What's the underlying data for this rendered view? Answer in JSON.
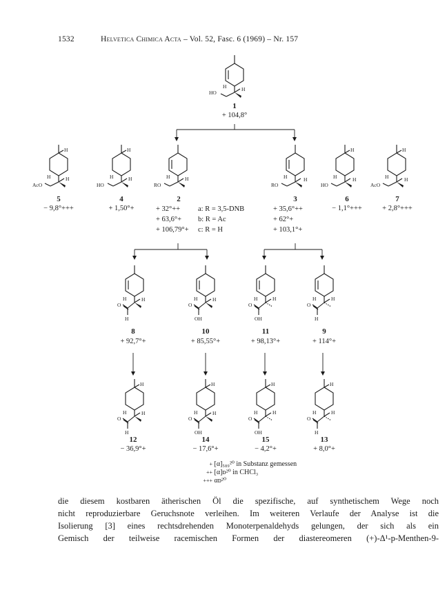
{
  "header": {
    "page_number": "1532",
    "journal": "Helvetica Chimica Acta",
    "issue": "– Vol. 52, Fasc. 6 (1969) – Nr. 157"
  },
  "compounds": {
    "c1": {
      "number": "1",
      "rotation": "+ 104,8°",
      "labels": {
        "ho": "HO",
        "h_left": "H",
        "h_right": "H"
      }
    },
    "c5": {
      "number": "5",
      "rotation": "− 9,8°+++",
      "labels": {
        "sub": "AcO",
        "h_top": "H",
        "h_left": "H",
        "h_right": "H"
      }
    },
    "c4": {
      "number": "4",
      "rotation": "+ 1,50°+",
      "labels": {
        "sub": "HO",
        "h_top": "H",
        "h_left": "H",
        "h_right": "H"
      }
    },
    "c2": {
      "number": "2",
      "rotations": [
        "+ 32°++",
        "+ 63,6°+",
        "+ 106,79°+"
      ],
      "labels": {
        "sub": "RO",
        "h_left": "H",
        "h_right": "H"
      }
    },
    "c3": {
      "number": "3",
      "rotations": [
        "+ 35,6°++",
        "+ 62°+",
        "+ 103,1°+"
      ],
      "labels": {
        "sub": "RO",
        "h_left": "H",
        "h_right": "H"
      }
    },
    "c6": {
      "number": "6",
      "rotation": "− 1,1°+++",
      "labels": {
        "sub": "HO",
        "h_top": "H",
        "h_left": "H",
        "h_right": "H"
      }
    },
    "c7": {
      "number": "7",
      "rotation": "+ 2,8°+++",
      "labels": {
        "sub": "AcO",
        "h_top": "H",
        "h_left": "H",
        "h_right": "H"
      }
    },
    "c8": {
      "number": "8",
      "rotation": "+ 92,7°+",
      "labels": {
        "o": "O",
        "h_bottom": "H",
        "h_left": "H",
        "h_right": "H"
      }
    },
    "c10": {
      "number": "10",
      "rotation": "+ 85,55°+",
      "labels": {
        "o": "O",
        "oh": "OH",
        "h_left": "H",
        "h_right": "H"
      }
    },
    "c11": {
      "number": "11",
      "rotation": "+ 98,13°+",
      "labels": {
        "o": "O",
        "oh": "OH",
        "h_left": "H",
        "h_right": "H"
      }
    },
    "c9": {
      "number": "9",
      "rotation": "+ 114°+",
      "labels": {
        "o": "O",
        "h_bottom": "H",
        "h_left": "H",
        "h_right": "H"
      }
    },
    "c12": {
      "number": "12",
      "rotation": "− 36,9°+",
      "labels": {
        "o": "O",
        "h_bottom": "H",
        "h_top": "H",
        "h_left": "H",
        "h_right": "H"
      }
    },
    "c14": {
      "number": "14",
      "rotation": "− 17,6°+",
      "labels": {
        "o": "O",
        "oh": "OH",
        "h_top": "H",
        "h_left": "H",
        "h_right": "H"
      }
    },
    "c15": {
      "number": "15",
      "rotation": "− 4,2°+",
      "labels": {
        "o": "O",
        "oh": "OH",
        "h_top": "H",
        "h_left": "H",
        "h_right": "H"
      }
    },
    "c13": {
      "number": "13",
      "rotation": "+ 8,0°+",
      "labels": {
        "o": "O",
        "h_bottom": "H",
        "h_top": "H",
        "h_left": "H",
        "h_right": "H"
      }
    }
  },
  "r_legend": [
    "a:  R = 3,5-DNB",
    "b:  R = Ac",
    "c:  R = H"
  ],
  "footnotes": [
    {
      "mark": "+",
      "text": "[α]₅₈₉²⁰ in Substanz gemessen"
    },
    {
      "mark": "++",
      "text": "[α]ᴅ²⁰ in CHCl₃"
    },
    {
      "mark": "+++",
      "text": "αᴅ²⁰"
    }
  ],
  "paragraph": [
    "die diesem kostbaren ätherischen Öl die spezifische, auf synthetischem Wege noch",
    "nicht reproduzierbare Geruchsnote verleihen. Im weiteren Verlaufe der Analyse ist die",
    "Isolierung [3] eines rechtsdrehenden Monoterpenaldehyds gelungen, der sich als ein",
    "Gemisch der teilweise racemischen Formen der diastereomeren (+)-Δ¹-p-Menthen-9-"
  ]
}
